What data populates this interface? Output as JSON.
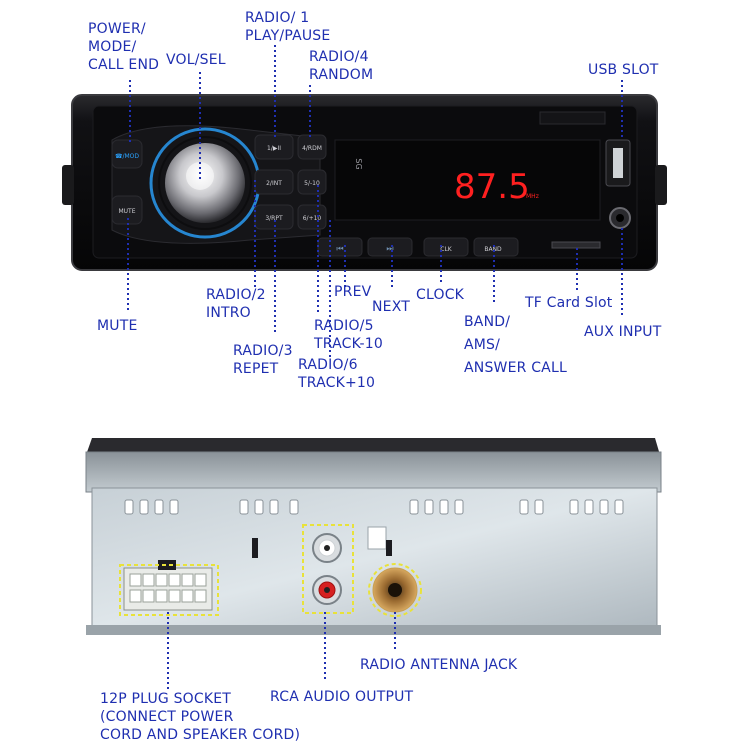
{
  "front_panel": {
    "display_readout": "87.5",
    "display_unit": "MHz",
    "brand_mark": "SG",
    "buttons": {
      "mode": "☎/MOD",
      "mute": "MUTE",
      "b1": "1/▶II",
      "b2": "2/INT",
      "b3": "3/RPT",
      "b4": "4/RDM",
      "b5": "5/-10",
      "b6": "6/+10",
      "prev": "⏮",
      "next": "⏭",
      "clk": "CLK",
      "band": "BAND"
    },
    "callouts": {
      "power": [
        "POWER/",
        "MODE/",
        "CALL END"
      ],
      "volsel": "VOL/SEL",
      "radio1": [
        "RADIO/ 1",
        "PLAY/PAUSE"
      ],
      "radio4": [
        "RADIO/4",
        "RANDOM"
      ],
      "usb": "USB SLOT",
      "mute": "MUTE",
      "radio2": [
        "RADIO/2",
        "INTRO"
      ],
      "radio3": [
        "RADIO/3",
        "REPET"
      ],
      "prev": "PREV",
      "next": "NEXT",
      "radio5": [
        "RADIO/5",
        "TRACK-10"
      ],
      "radio6": [
        "RADIO/6",
        "TRACK+10"
      ],
      "clock": "CLOCK",
      "band": [
        "BAND/",
        "AMS/",
        "ANSWER CALL"
      ],
      "tf": "TF Card Slot",
      "aux": "AUX INPUT"
    }
  },
  "rear_panel": {
    "callouts": {
      "antenna": "RADIO ANTENNA JACK",
      "rca": "RCA AUDIO OUTPUT",
      "plug": [
        "12P PLUG SOCKET",
        "(CONNECT POWER",
        "CORD AND SPEAKER CORD)"
      ]
    }
  },
  "colors": {
    "label_blue": "#1f2fb0",
    "panel_black": "#0d0d0f",
    "display_red": "#ff2020",
    "led_blue": "#2aa3ff",
    "callout_yellow": "#e8e23a"
  }
}
